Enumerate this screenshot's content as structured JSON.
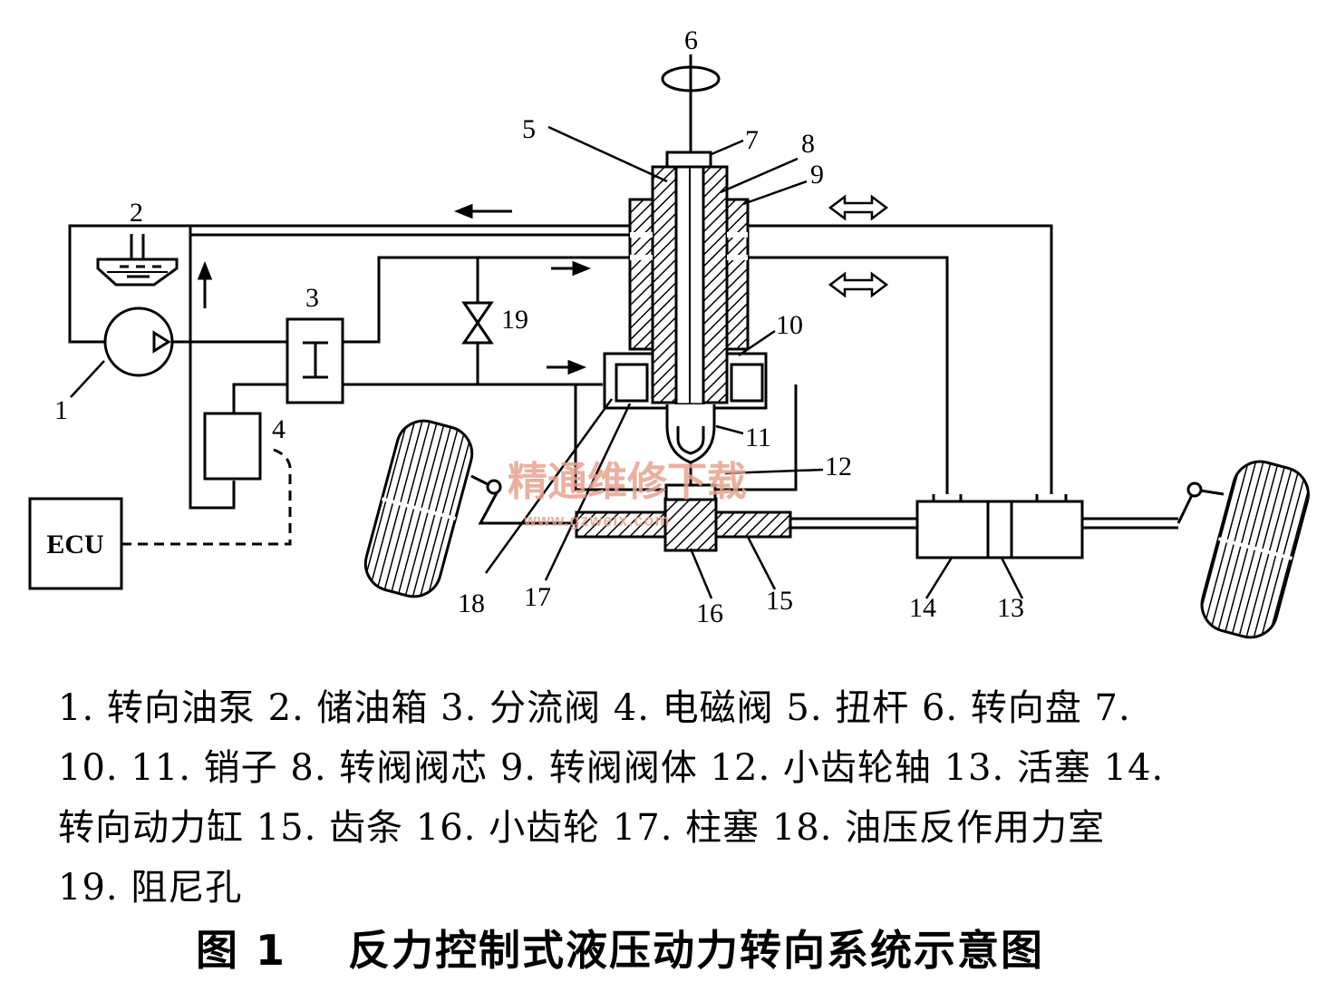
{
  "diagram": {
    "callouts": [
      "1",
      "2",
      "3",
      "4",
      "5",
      "6",
      "7",
      "8",
      "9",
      "10",
      "11",
      "12",
      "13",
      "14",
      "15",
      "16",
      "17",
      "18",
      "19"
    ],
    "ecu_label": "ECU",
    "watermark": {
      "cn": "精通维修下载",
      "url": "www.gzweix.com"
    }
  },
  "caption": {
    "lines": [
      "1. 转向油泵 2. 储油箱 3. 分流阀 4. 电磁阀 5. 扭杆 6. 转向盘 7.",
      "10. 11. 销子 8. 转阀阀芯 9. 转阀阀体 12. 小齿轮轴 13. 活塞 14.",
      "转向动力缸 15. 齿条 16. 小齿轮 17. 柱塞 18. 油压反作用力室",
      "19. 阻尼孔"
    ]
  },
  "figure": {
    "number": "图 1",
    "title": "反力控制式液压动力转向系统示意图"
  }
}
